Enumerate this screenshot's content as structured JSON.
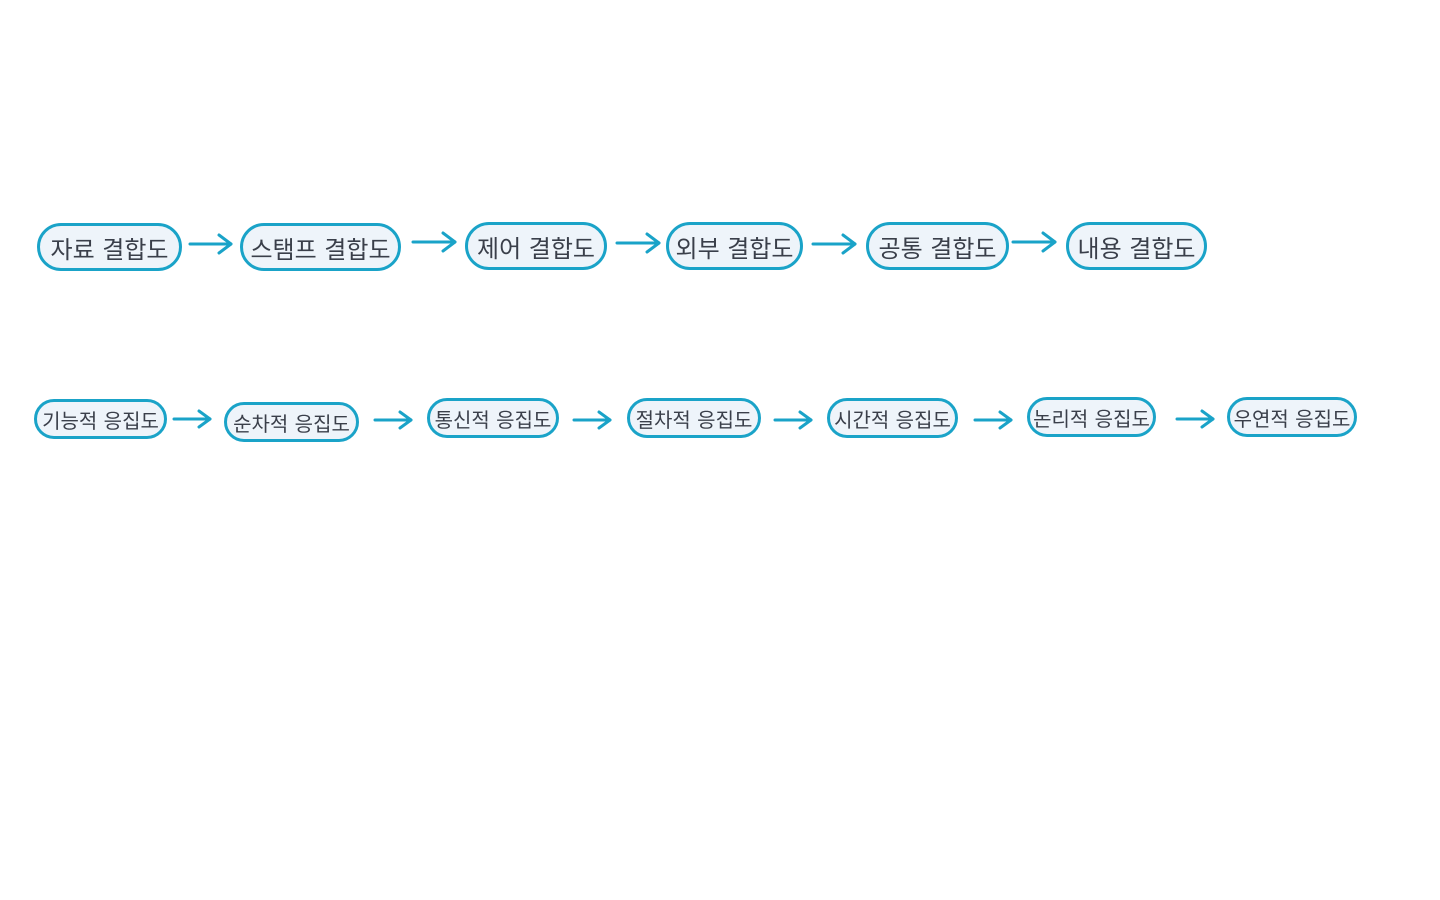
{
  "colors": {
    "node_border": "#1aa3c8",
    "node_fill": "#eef4fa",
    "node_text": "#3a3f4a",
    "arrow": "#1aa3c8"
  },
  "coupling": {
    "nodes": [
      "자료 결합도",
      "스탬프 결합도",
      "제어 결합도",
      "외부 결합도",
      "공통 결합도",
      "내용 결합도"
    ]
  },
  "cohesion": {
    "nodes": [
      "기능적 응집도",
      "순차적 응집도",
      "통신적 응집도",
      "절차적 응집도",
      "시간적 응집도",
      "논리적 응집도",
      "우연적 응집도"
    ]
  }
}
